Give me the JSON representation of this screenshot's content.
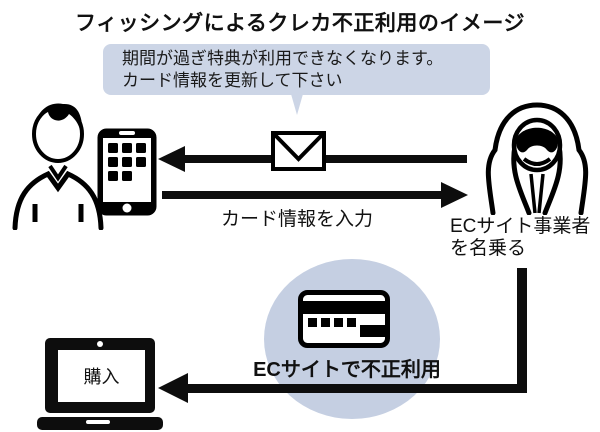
{
  "title": "フィッシングによるクレカ不正利用のイメージ",
  "bubble": {
    "line1": "期間が過ぎ特典が利用できなくなります。",
    "line2": "カード情報を更新して下さい"
  },
  "flow": {
    "card_input_label": "カード情報を入力",
    "scammer_label_line1": "ECサイト事業者",
    "scammer_label_line2": "を名乗る",
    "fraud_label": "ECサイトで不正利用",
    "purchase_label": "購入"
  },
  "icons": {
    "victim": "person-icon",
    "phone": "smartphone-icon",
    "email": "envelope-icon",
    "scammer": "hooded-figure-icon",
    "card": "credit-card-icon",
    "laptop": "laptop-icon"
  },
  "colors": {
    "background": "#ffffff",
    "bubble_bg": "#ccd5e6",
    "circle_bg": "#c5cfe2",
    "ink": "#0d0d0d",
    "text": "#1a1a1a"
  }
}
